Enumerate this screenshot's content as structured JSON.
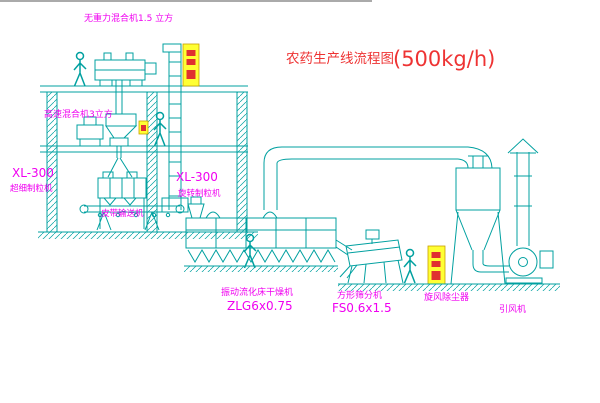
{
  "title": {
    "text": "农药生产线流程图",
    "capacity": "(500kg/h)"
  },
  "labels": {
    "gravity_mixer": "无重力混合机1.5 立方",
    "high_speed_mixer": "高速混合机3立方",
    "granulator_left_model": "XL-300",
    "granulator_left_name": "超细制粒机",
    "granulator_center_model": "XL-300",
    "granulator_center_name": "旋转制粒机",
    "belt_conveyor": "皮带输送机",
    "dryer_name": "振动流化床干燥机",
    "dryer_model": "ZLG6x0.75",
    "sieve_name": "方形筛分机",
    "sieve_model": "FS0.6x1.5",
    "cyclone": "旋风除尘器",
    "fan": "引风机"
  },
  "colors": {
    "line": "#00A0A0",
    "label": "#F000F0",
    "title": "#EE3333",
    "panel_fill": "#FFFF33",
    "panel_mark": "#E03030"
  }
}
